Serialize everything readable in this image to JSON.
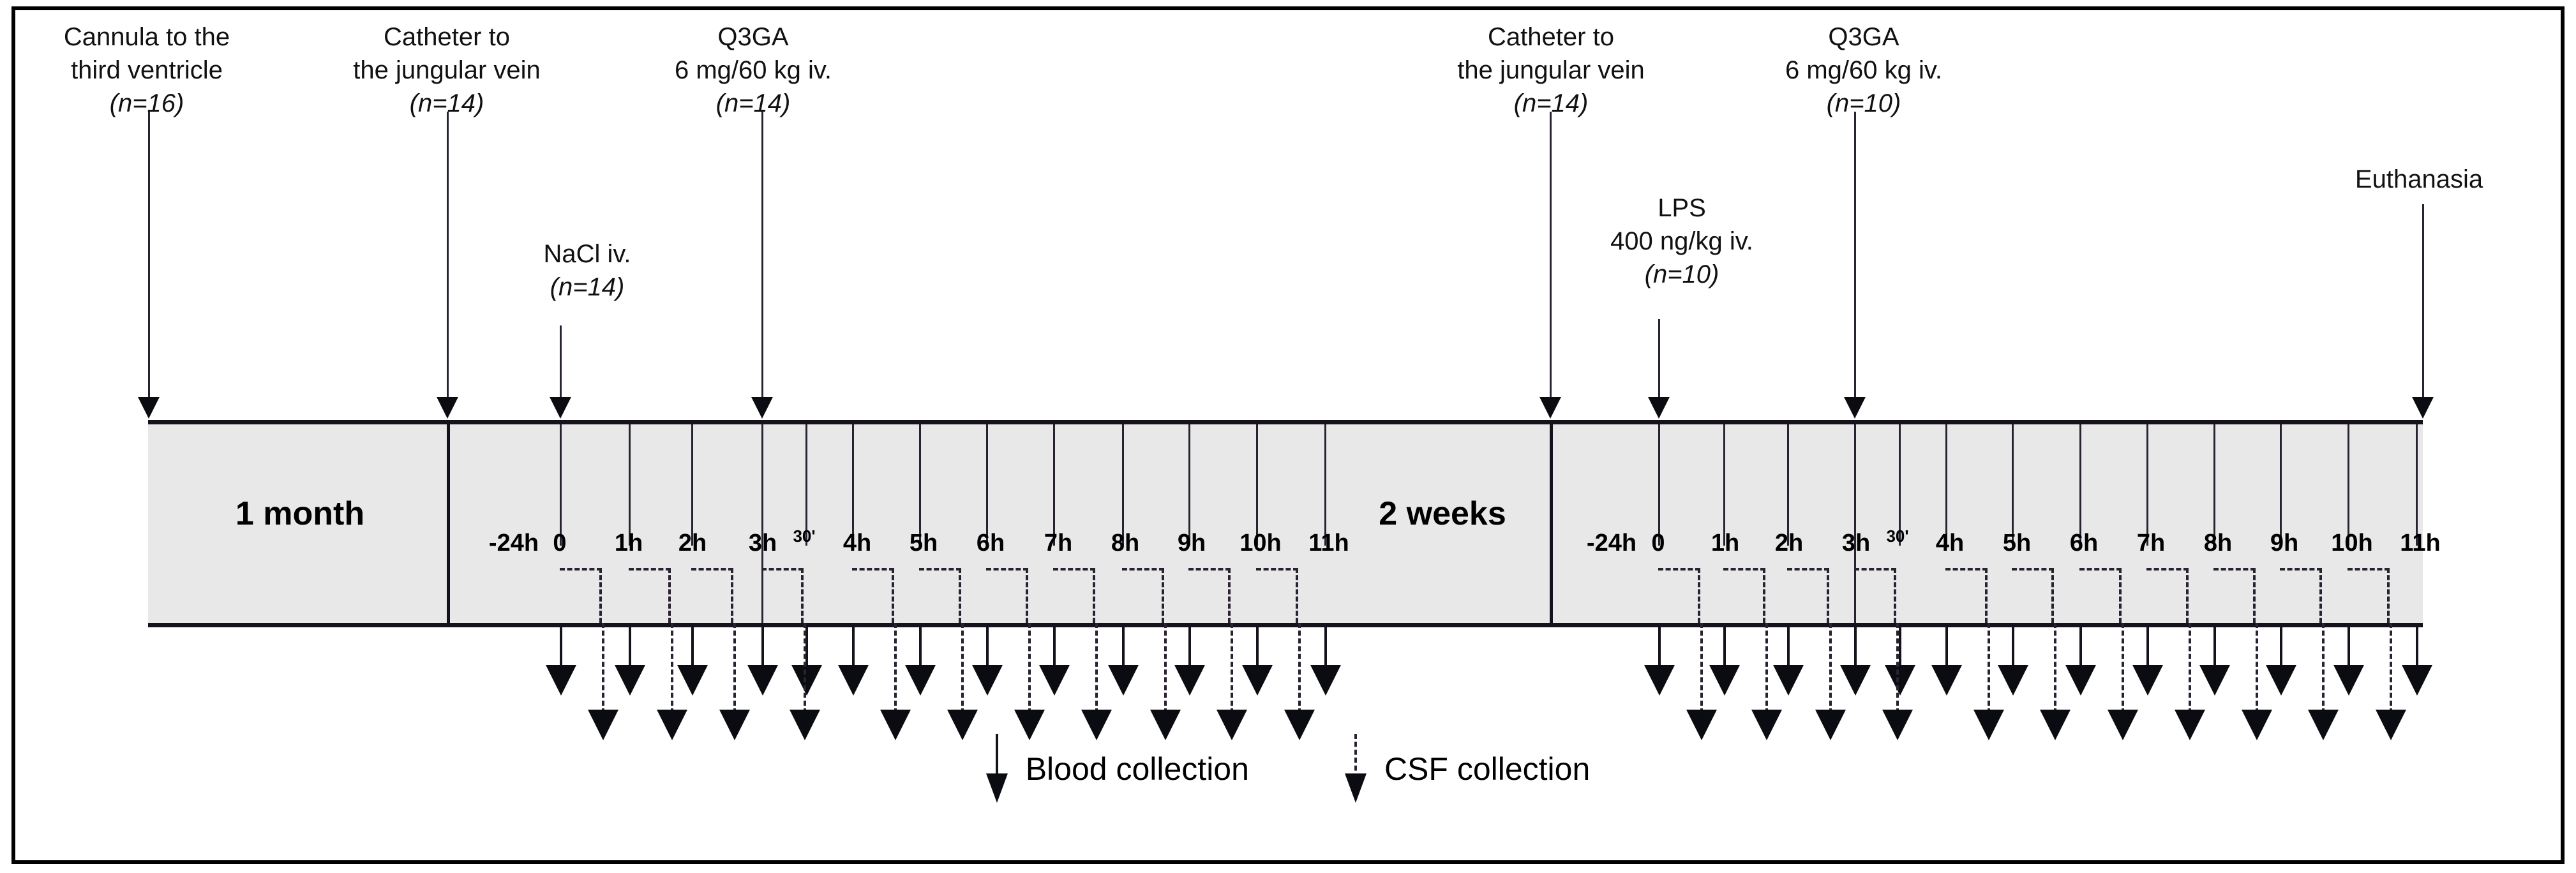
{
  "figure": {
    "type": "experimental-timeline",
    "background": "#ffffff",
    "bar_fill": "#e9e8e8",
    "line_color": "#15121c"
  },
  "phases": [
    {
      "label": "1 month"
    },
    {
      "label": "2 weeks"
    }
  ],
  "events": [
    {
      "id": "cannula",
      "lines": [
        "Cannula to the",
        "third ventricle"
      ],
      "n": "(n=16)"
    },
    {
      "id": "catheter-1",
      "lines": [
        "Catheter to",
        "the jungular vein"
      ],
      "n": "(n=14)"
    },
    {
      "id": "q3ga-1",
      "lines": [
        "Q3GA",
        "6 mg/60 kg iv."
      ],
      "n": "(n=14)"
    },
    {
      "id": "nacl",
      "lines": [
        "NaCl iv."
      ],
      "n": "(n=14)"
    },
    {
      "id": "catheter-2",
      "lines": [
        "Catheter to",
        "the jungular vein"
      ],
      "n": "(n=14)"
    },
    {
      "id": "lps",
      "lines": [
        "LPS",
        "400 ng/kg iv."
      ],
      "n": "(n=10)"
    },
    {
      "id": "q3ga-2",
      "lines": [
        "Q3GA",
        "6 mg/60 kg iv."
      ],
      "n": "(n=10)"
    },
    {
      "id": "euthanasia",
      "lines": [
        "Euthanasia"
      ],
      "n": ""
    }
  ],
  "timepoints_left": [
    "-24h",
    "0",
    "1h",
    "2h",
    "3h",
    "30'",
    "4h",
    "5h",
    "6h",
    "7h",
    "8h",
    "9h",
    "10h",
    "11h"
  ],
  "timepoints_right": [
    "-24h",
    "0",
    "1h",
    "2h",
    "3h",
    "30'",
    "4h",
    "5h",
    "6h",
    "7h",
    "8h",
    "9h",
    "10h",
    "11h"
  ],
  "legend": {
    "blood": {
      "label": "Blood collection",
      "style": "solid"
    },
    "csf": {
      "label": "CSF collection",
      "style": "dashed"
    }
  }
}
